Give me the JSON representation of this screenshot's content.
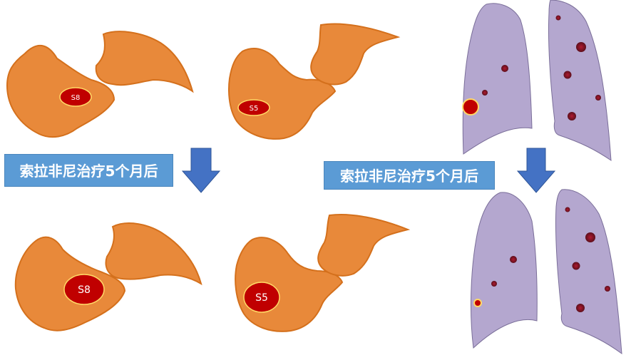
{
  "labels": {
    "treatment_left": "索拉非尼治疗5个月后",
    "treatment_right": "索拉非尼治疗5个月后"
  },
  "segments": {
    "s8_before": "S8",
    "s5_before": "S5",
    "s8_after": "S8",
    "s5_after": "S5"
  },
  "icons": {
    "arrow_left": "arrow-down-icon",
    "arrow_right": "arrow-down-icon"
  },
  "colors": {
    "liver_fill": "#e8893a",
    "liver_stroke": "#d4701c",
    "lesion_fill": "#c00000",
    "lesion_stroke": "#ffd966",
    "lung_fill": "#b4a7cf",
    "lung_stroke": "#7a6e99",
    "nodule_fill": "#8b1a2b",
    "arrow_fill": "#4472c4",
    "label_bg": "#5b9bd5"
  }
}
